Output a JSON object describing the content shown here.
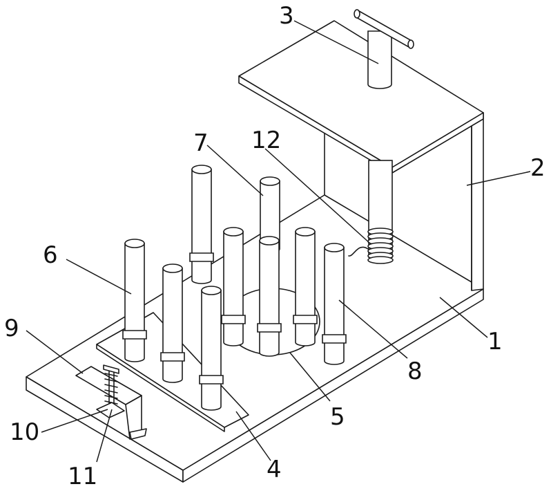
{
  "figure": {
    "labels": [
      {
        "id": "1",
        "text": "1"
      },
      {
        "id": "2",
        "text": "2"
      },
      {
        "id": "3",
        "text": "3"
      },
      {
        "id": "4",
        "text": "4"
      },
      {
        "id": "5",
        "text": "5"
      },
      {
        "id": "6",
        "text": "6"
      },
      {
        "id": "7",
        "text": "7"
      },
      {
        "id": "8",
        "text": "8"
      },
      {
        "id": "9",
        "text": "9"
      },
      {
        "id": "10",
        "text": "10"
      },
      {
        "id": "11",
        "text": "11"
      },
      {
        "id": "12",
        "text": "12"
      }
    ]
  }
}
